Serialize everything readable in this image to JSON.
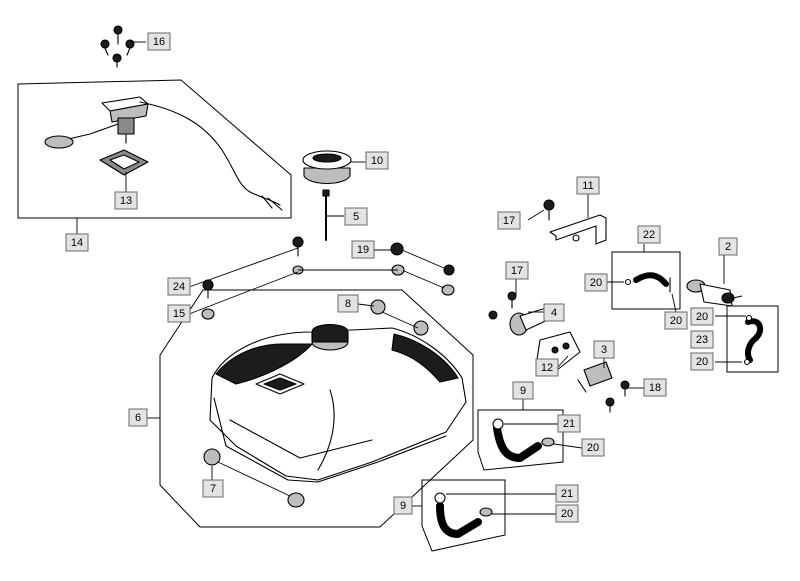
{
  "diagram": {
    "callouts": [
      {
        "id": "c16",
        "text": "16"
      },
      {
        "id": "c10",
        "text": "10"
      },
      {
        "id": "c13",
        "text": "13"
      },
      {
        "id": "c14",
        "text": "14"
      },
      {
        "id": "c5",
        "text": "5"
      },
      {
        "id": "c11",
        "text": "11"
      },
      {
        "id": "c17a",
        "text": "17"
      },
      {
        "id": "c22",
        "text": "22"
      },
      {
        "id": "c2",
        "text": "2"
      },
      {
        "id": "c19",
        "text": "19"
      },
      {
        "id": "c24",
        "text": "24"
      },
      {
        "id": "c15",
        "text": "15"
      },
      {
        "id": "c17b",
        "text": "17"
      },
      {
        "id": "c20a",
        "text": "20"
      },
      {
        "id": "c20b",
        "text": "20"
      },
      {
        "id": "c20c",
        "text": "20"
      },
      {
        "id": "c8",
        "text": "8"
      },
      {
        "id": "c4",
        "text": "4"
      },
      {
        "id": "c23",
        "text": "23"
      },
      {
        "id": "c20d",
        "text": "20"
      },
      {
        "id": "c12",
        "text": "12"
      },
      {
        "id": "c3",
        "text": "3"
      },
      {
        "id": "c18",
        "text": "18"
      },
      {
        "id": "c9a",
        "text": "9"
      },
      {
        "id": "c6",
        "text": "6"
      },
      {
        "id": "c21a",
        "text": "21"
      },
      {
        "id": "c20e",
        "text": "20"
      },
      {
        "id": "c7",
        "text": "7"
      },
      {
        "id": "c9b",
        "text": "9"
      },
      {
        "id": "c21b",
        "text": "21"
      },
      {
        "id": "c20f",
        "text": "20"
      }
    ]
  }
}
